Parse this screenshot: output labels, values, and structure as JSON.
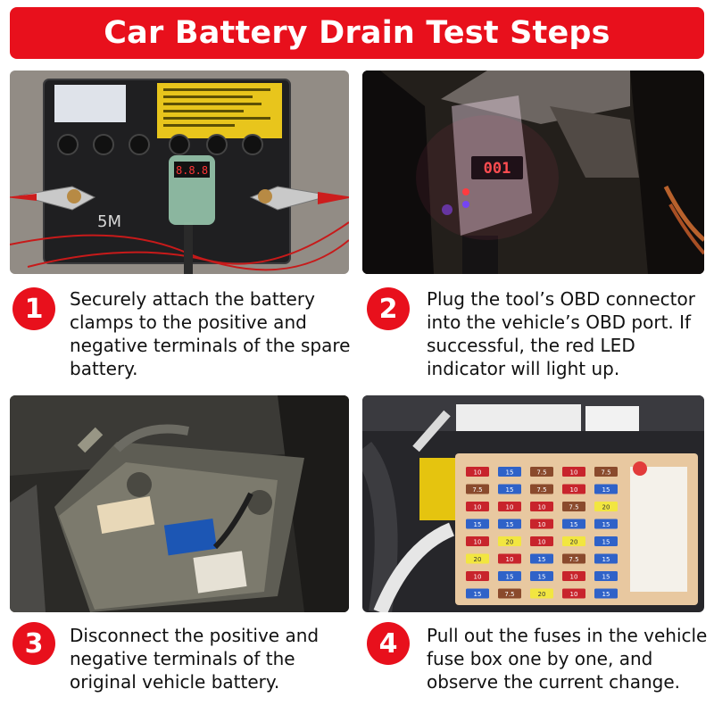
{
  "title": "Car Battery Drain Test Steps",
  "steps": [
    {
      "number": "1",
      "text": "Securely attach the battery clamps to the positive and negative terminals of the spare battery.",
      "photo": {
        "battery_label": "5M",
        "display_reading": "8.8.8"
      }
    },
    {
      "number": "2",
      "text": "Plug the tool’s OBD connector into the vehicle’s OBD port. If successful, the red LED indicator will light up.",
      "photo": {
        "display_reading": "001"
      }
    },
    {
      "number": "3",
      "text": "Disconnect the positive and negative terminals of the original vehicle battery.",
      "photo": {}
    },
    {
      "number": "4",
      "text": "Pull out the fuses in the vehicle fuse box one by one, and observe the current change.",
      "photo": {
        "fuse_labels": [
          "10",
          "15",
          "7.5",
          "10",
          "7.5",
          "7.5",
          "15",
          "7.5",
          "10",
          "15",
          "10",
          "10",
          "10",
          "7.5",
          "20",
          "15",
          "15",
          "10",
          "15",
          "15",
          "10",
          "20",
          "10",
          "20",
          "15",
          "20",
          "10",
          "15",
          "7.5",
          "15",
          "10",
          "15",
          "15",
          "10",
          "15",
          "15",
          "7.5",
          "20",
          "10",
          "15"
        ]
      }
    }
  ],
  "colors": {
    "accent": "#e8101c",
    "text": "#111111",
    "background": "#ffffff"
  }
}
